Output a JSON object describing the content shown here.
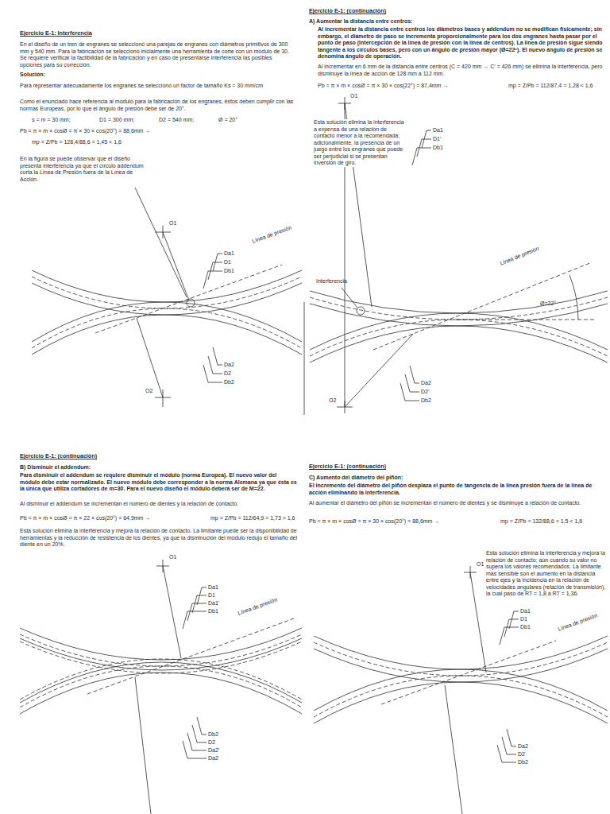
{
  "diagram": {
    "labels": [
      "Ejercicio E-1: Interferencia",
      "En el diseño de un tren de engranes se seleccionó una parejas de engranes con diámetros primitivos de 300 mm y 540 mm. Para la fabricación se seleccionó inicialmente una herramienta de corte con un módulo de 30. Se requiere verificar la factibilidad de la fabricación y en caso de presentarse interferencia las posibles opciones para su corrección.",
      "Solución:",
      "Para representar adecuadamente los engranes se seleccionó un factor de tamaño Ks = 30 mm/cm",
      "Como el enunciado hace referencia al módulo para la fabricación de los engranes, éstos deben cumplir con las normas Europeas, por lo que el ángulo de presión debe ser de 20°.",
      "s = m = 30 mm;",
      "D1 = 300 mm;",
      "D2 = 540 mm;",
      "Ø = 20°",
      "Pb = π × m × cosØ = π × 30 × cos(20°) = 88,6mm →",
      "mp = Z/Pb = 128,4/88,6 = 1,45 < 1,6",
      "En la figura se puede observar que el diseño presenta interferencia ya que el círculo addendum corta la Línea de Presión fuera de la Línea de Acción.",
      "O1",
      "Da1",
      "D1",
      "Db1",
      "Línea de presión",
      "Da2",
      "D2",
      "Db2",
      "O2",
      "Ejercicio E-1: (continuación)",
      "A) Aumentar la distancia entre centros:",
      "Al incrementar la distancia entre centros los diámetros bases y addendum no se modifican físicamente; sin embargo, el diámetro de paso se incrementa proporcionalmente para los dos engranes hasta pasar por el punto de paso (intercepción de la línea de presión con la línea de centros). La línea de presión sigue siendo tangente a los círculos bases, pero con un ángulo de presión mayor (Ø=22º). El nuevo ángulo de presión se denomina ángulo de operación.",
      "Al incrementar en 6 mm de la distancia entre centros (C = 420 mm → C' = 426 mm) se elimina la interferencia, pero disminuye la línea de acción de 128 mm a 112 mm.",
      "Pb = π × m × cosØ = π × 30 × cos(22°) = 87,4mm →",
      "mp = Z/Pb = 112/87,4 = 1,28 < 1,6",
      "Esta solución elimina la interferencia a expensa de una relación de contacto menor a la recomendada; adicionalmente, la presencia de un juego entre los engranes que puede ser perjudicial si se presentan inversión de giro.",
      "O1",
      "Da1",
      "D1'",
      "Db1",
      "Interferencia",
      "Línea de presión",
      "Ø=22°",
      "Da2",
      "D2'",
      "Db2",
      "O2",
      "Ejercicio E-1: (continuación)",
      "B) Disminuir el addendum:",
      "Para disminuir el addendum se requiere disminuir el módulo (norma Europea). El nuevo valor del módulo debe estar normalizado. El nuevo módulo debe corresponder a la norma Alemana ya que ésta es la única que utiliza cortadores de m=30. Para el nuevo diseño el módulo deberá ser de M=22.",
      "Al disminuir el addendum se incrementan el número de dientes y la relación de contacto.",
      "Pb = π × m × cosØ = π × 22 × cos(20°) = 64,9mm →",
      "mp = Z/Pb = 112/64,9 = 1,73 > 1,6",
      "Esta solución elimina la interferencia y mejora la relación de contacto. La limitante puede ser la disponibilidad de herramientas y la reducción de resistencia de los dientes, ya que la disminución del módulo redujo el tamaño del diente en un 20%.",
      "O1",
      "Da1",
      "D1",
      "Da1'",
      "Db1",
      "Línea de presión",
      "Db2",
      "D2",
      "Da2'",
      "Da2",
      "Ejercicio E-1: (continuación)",
      "C) Aumento del diámetro del piñón:",
      "El incremento del diámetro del piñón desplaza el punto de tangencia de la línea presión fuera de la línea de acción eliminando la interferencia.",
      "Al aumentar el diámetro del piñón se incrementan el número de dientes y se disminuye a relación de contacto.",
      "Pb = π × m × cosØ = π × 30 × cos(20°) = 88,6mm →",
      "mp = Z/Pb = 132/88,6 = 1,5 < 1,6",
      "Esta solución elimina la interferencia y mejora la relación de contacto; aún cuando su valor no supera los valores recomendados. La limitante más sensible son el aumento en la distancia entre ejes y la incidencia en la relación de velocidades angulares (relación de transmisión), la cual paso de RT = 1,8 a RT = 1,36.",
      "O1",
      "Da1",
      "D1",
      "Db1",
      "Línea de presión",
      "Da2",
      "D2",
      "Db2"
    ]
  }
}
